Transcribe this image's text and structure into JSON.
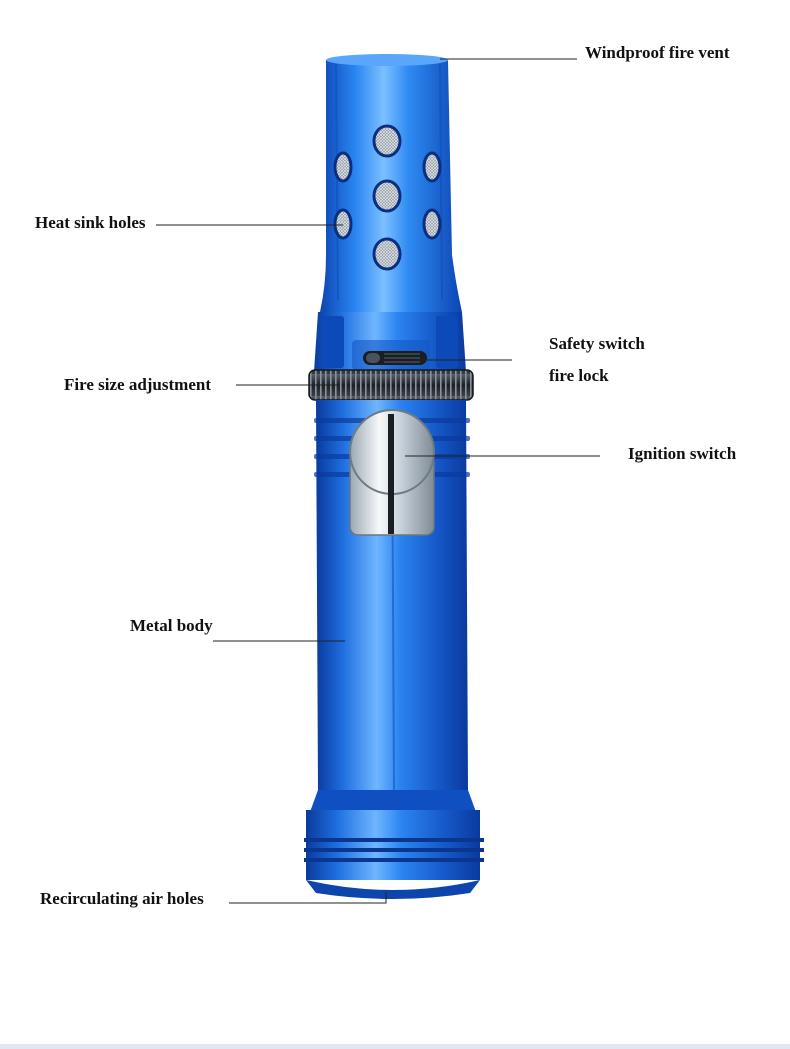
{
  "labels": {
    "windproof_vent": "Windproof fire vent",
    "heat_sink_holes": "Heat sink holes",
    "safety_switch": "Safety switch",
    "fire_lock": "fire lock",
    "fire_size_adjustment": "Fire size adjustment",
    "ignition_switch": "Ignition switch",
    "metal_body": "Metal body",
    "air_holes": "Recirculating air holes"
  },
  "colors": {
    "body_blue": "#1f6fe0",
    "highlight_blue": "#6fb6ff",
    "shadow_blue": "#0b3fa8",
    "chrome": "#e9eef2",
    "knurl_ring": "#2a2f36",
    "leader_line": "#222222"
  }
}
